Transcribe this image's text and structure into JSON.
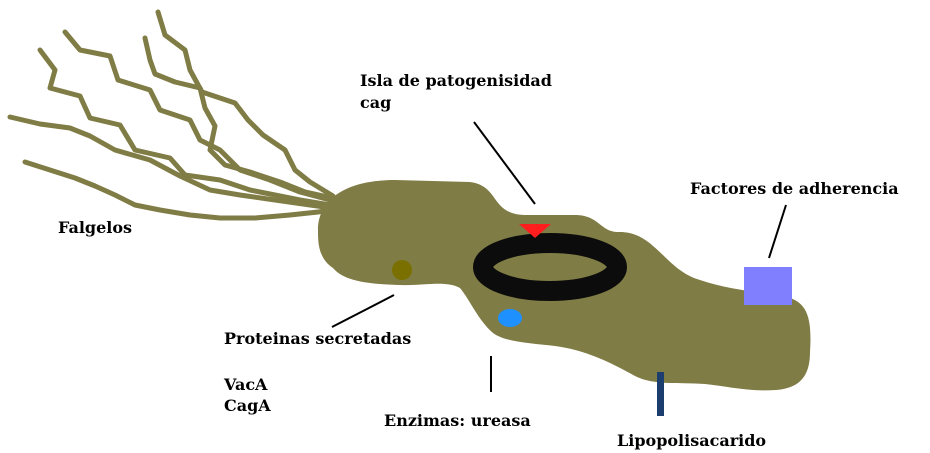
{
  "labels": {
    "island_line1": "Isla de patogenisidad",
    "island_line2": "cag",
    "flagella": "Falgelos",
    "adherence": "Factores de adherencia",
    "secreted": "Proteinas secretadas",
    "vaca": "VacA",
    "caga": "CagA",
    "enzymes": "Enzimas: ureasa",
    "lps": "Lipopolisacarido"
  },
  "colors": {
    "background": "#ffffff",
    "body": "#7f7c45",
    "flagella": "#807c45",
    "ring": "#0c0c0c",
    "triangle": "#ff1e1e",
    "secreted_dot": "#7a7000",
    "urease_dot": "#1e90ff",
    "adherence_square": "#8080ff",
    "lps_bar": "#1c3e6e",
    "leader_line": "#000000",
    "text": "#000000"
  }
}
